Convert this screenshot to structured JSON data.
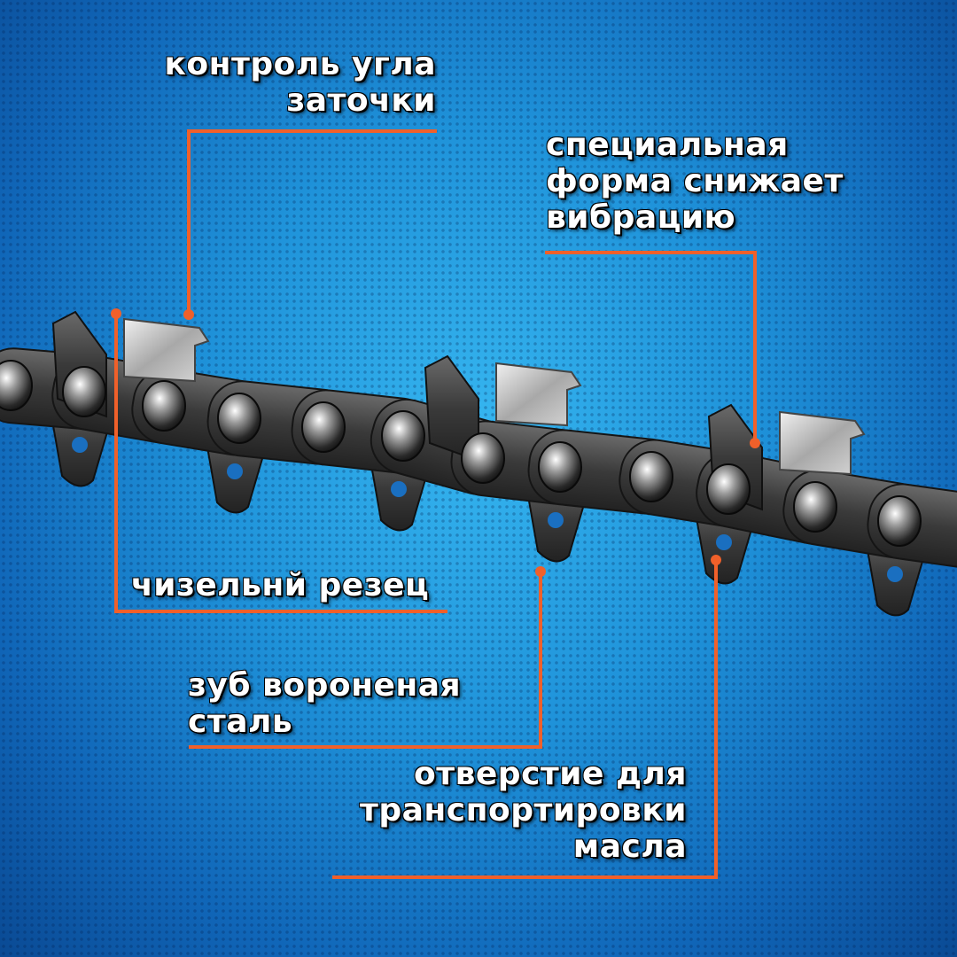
{
  "colors": {
    "accent": "#f0602a",
    "background": "#1f93da",
    "text": "#ffffff"
  },
  "callouts": [
    {
      "id": "sharpening-angle",
      "lines": [
        "контроль угла",
        "заточки"
      ]
    },
    {
      "id": "vibration",
      "lines": [
        "специальная",
        "форма снижает",
        "вибрацию"
      ]
    },
    {
      "id": "chisel-cutter",
      "lines": [
        "чизельнй резец"
      ]
    },
    {
      "id": "blued-steel",
      "lines": [
        "зуб вороненая",
        "сталь"
      ]
    },
    {
      "id": "oil-hole",
      "lines": [
        "отверстие для",
        "транспортировки",
        "масла"
      ]
    }
  ]
}
